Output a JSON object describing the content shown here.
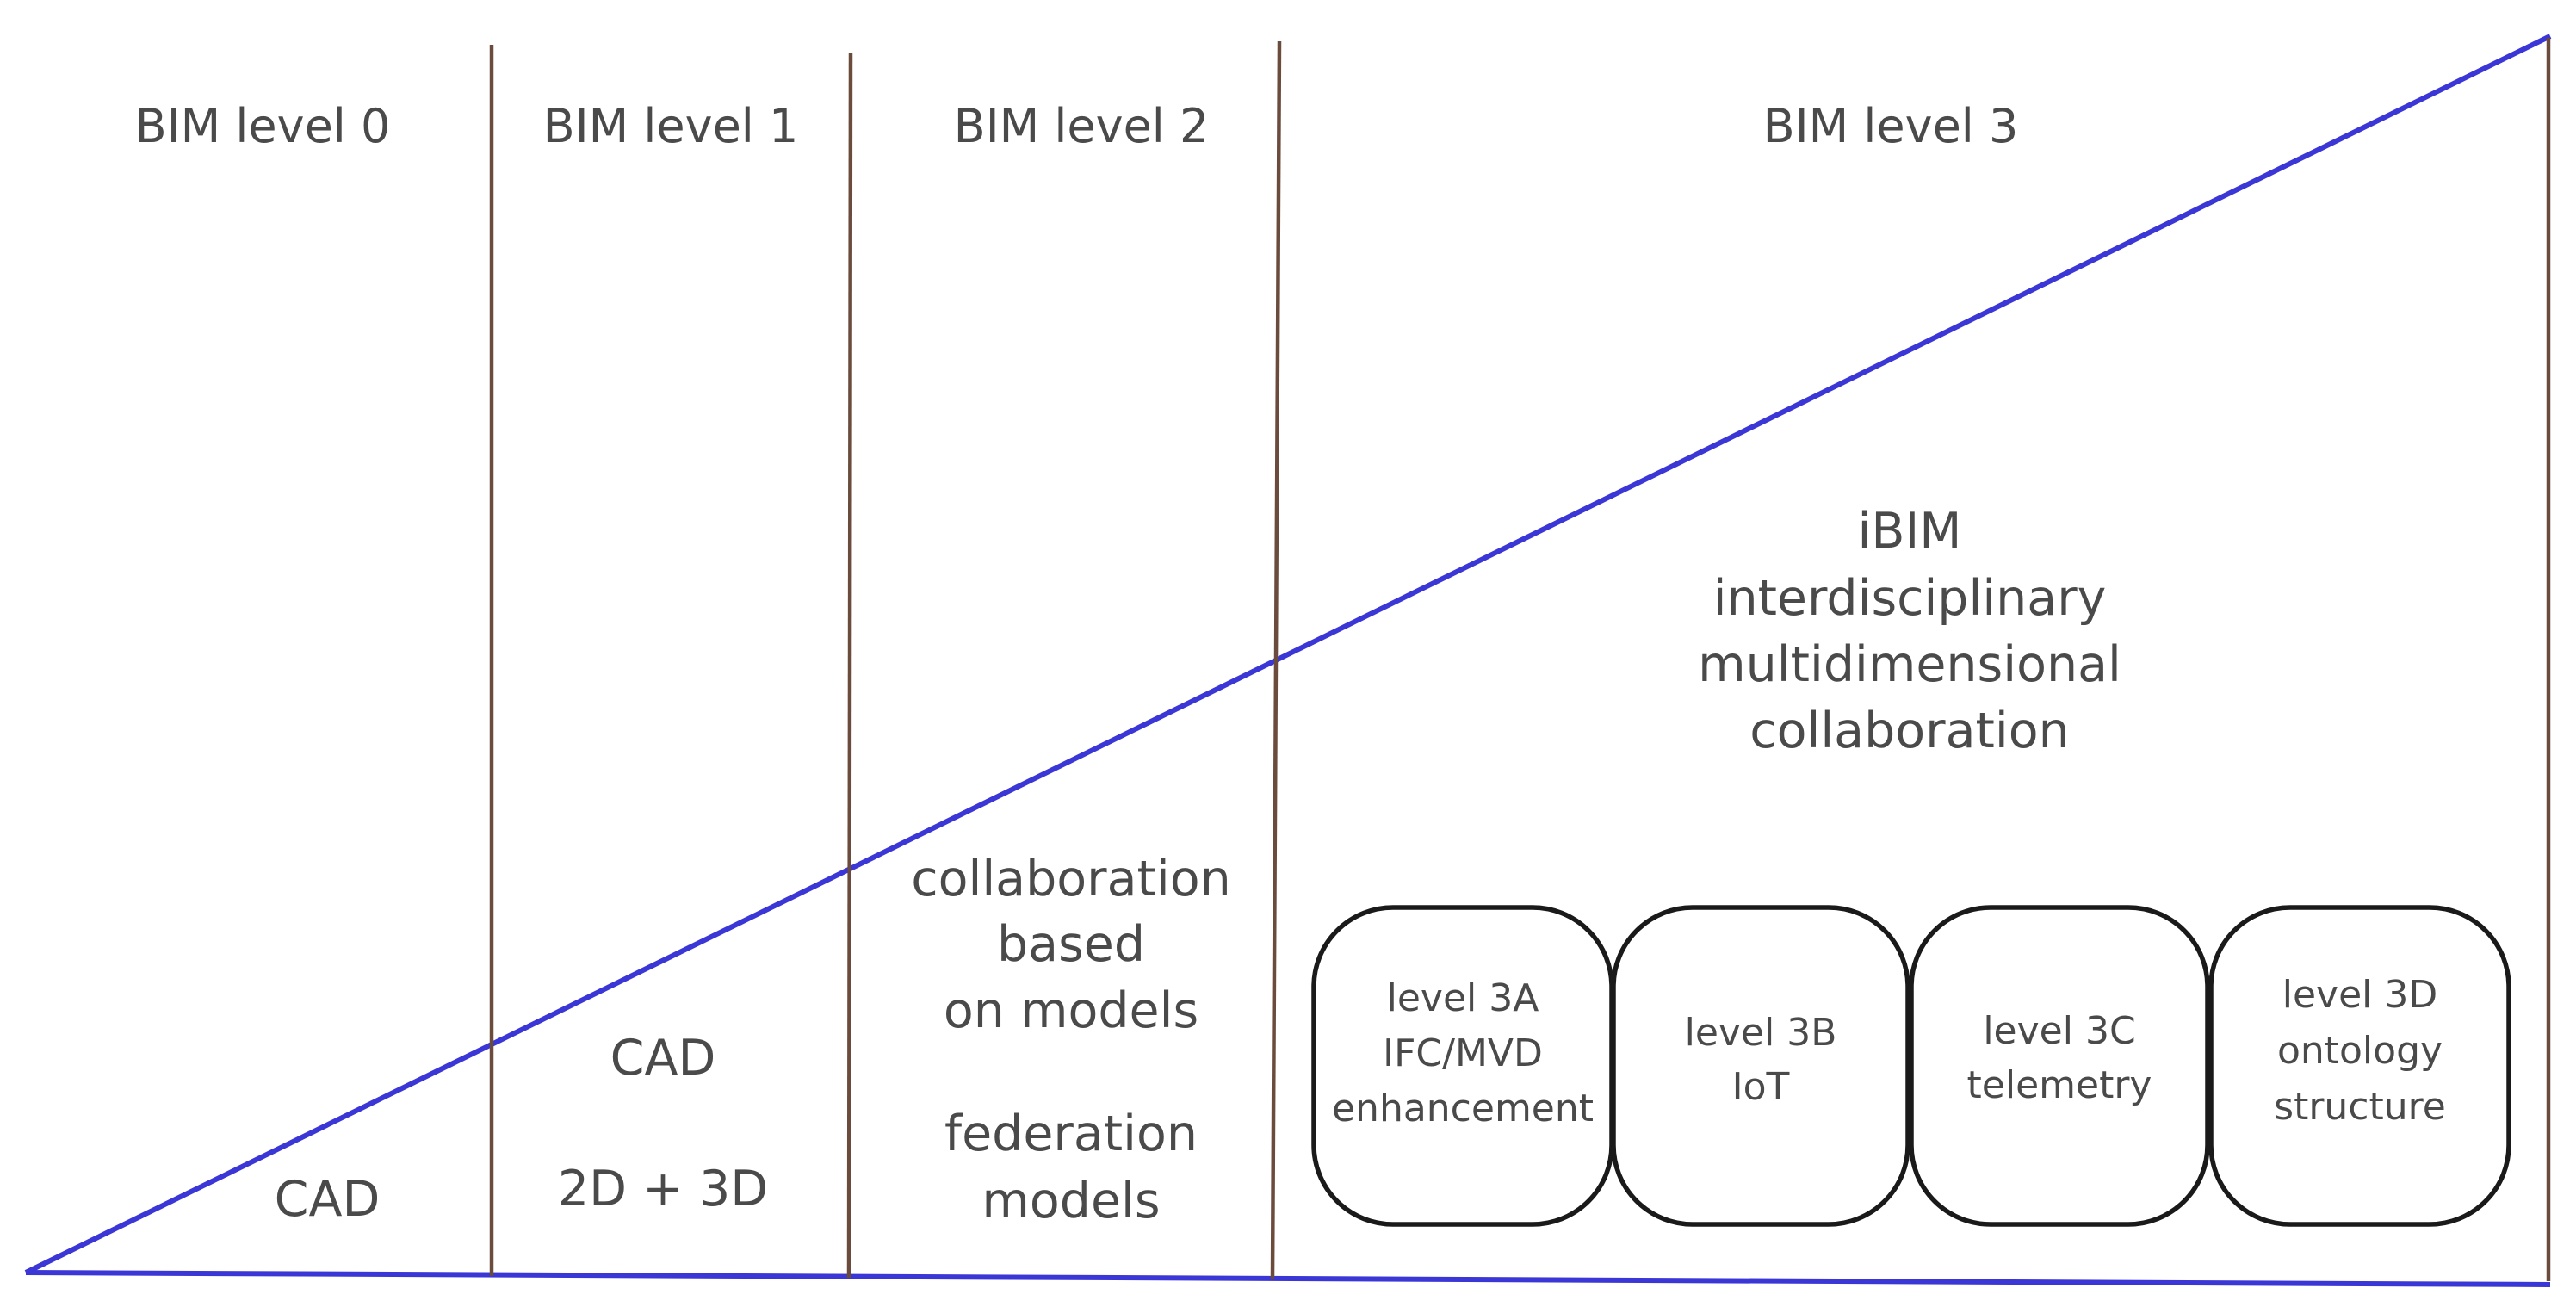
{
  "levels": [
    {
      "title": "BIM level 0",
      "lines": [
        "CAD"
      ]
    },
    {
      "title": "BIM level 1",
      "lines": [
        "CAD",
        "2D + 3D"
      ]
    },
    {
      "title": "BIM level 2",
      "lines": [
        "collaboration",
        "based",
        "on models",
        "federation",
        "models"
      ]
    },
    {
      "title": "BIM level 3",
      "lines": [
        "iBIM",
        "interdisciplinary",
        "multidimensional",
        "collaboration"
      ]
    }
  ],
  "sublevels": [
    {
      "lines": [
        "level 3A",
        "IFC/MVD",
        "enhancement"
      ]
    },
    {
      "lines": [
        "level 3B",
        "IoT"
      ]
    },
    {
      "lines": [
        "level 3C",
        "telemetry"
      ]
    },
    {
      "lines": [
        "level 3D",
        "ontology",
        "structure"
      ]
    }
  ],
  "colors": {
    "wedge": "#3b36d6",
    "divider": "#6b4b3c",
    "text": "#4a4a4a",
    "box_border": "#1a1a1a"
  }
}
